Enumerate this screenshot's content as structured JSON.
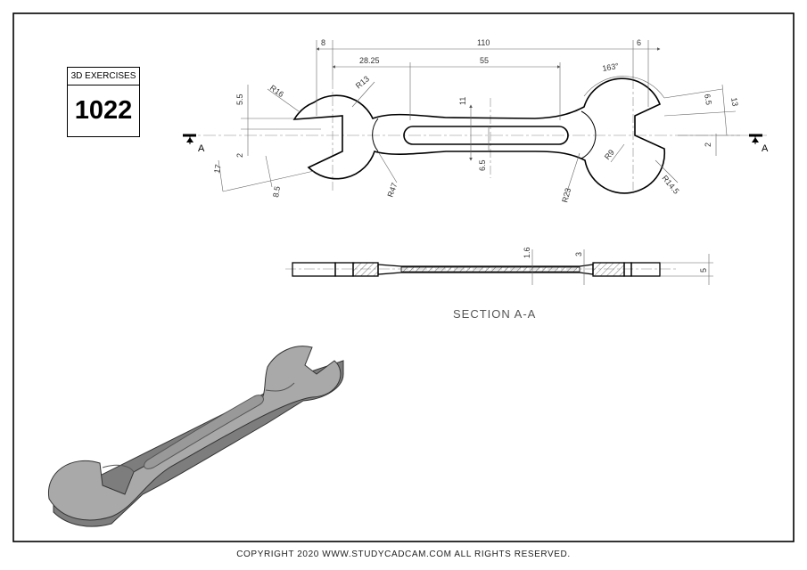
{
  "title_block": {
    "header": "3D EXERCISES",
    "number": "1022"
  },
  "copyright": "COPYRIGHT  2020 WWW.STUDYCADCAM.COM ALL RIGHTS RESERVED.",
  "section_label": "SECTION A-A",
  "section_marks": {
    "left": "A",
    "right": "A"
  },
  "dimensions": {
    "d8": "8",
    "d110": "110",
    "d6": "6",
    "d28_25": "28.25",
    "d55": "55",
    "d163": "163°",
    "r16": "R16",
    "r13": "R13",
    "d5_5": "5.5",
    "d2_left": "2",
    "d17": "17",
    "d8_5": "8.5",
    "r47": "R47",
    "d11": "11",
    "d6_5": "6.5",
    "r23": "R23",
    "r9": "R9",
    "r14_5": "R14.5",
    "d6_5r": "6.5",
    "d13": "13",
    "d2_right": "2",
    "d1_6": "1.6",
    "d3": "3",
    "d5": "5"
  },
  "colors": {
    "line": "#000000",
    "dim": "#666666",
    "hatch": "#444444",
    "wrench_top": "#a9a9a9",
    "wrench_side": "#7d7d7d"
  }
}
